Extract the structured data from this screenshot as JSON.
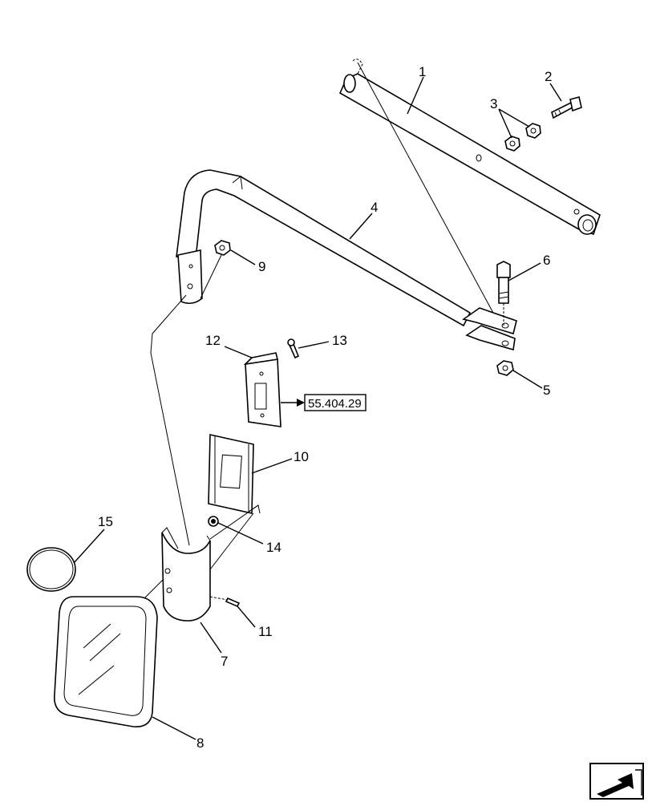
{
  "diagram": {
    "callouts": [
      {
        "id": "1",
        "part": "support-tube"
      },
      {
        "id": "2",
        "part": "bolt"
      },
      {
        "id": "3",
        "part": "nuts"
      },
      {
        "id": "4",
        "part": "mirror-arm"
      },
      {
        "id": "5",
        "part": "nut"
      },
      {
        "id": "6",
        "part": "bolt"
      },
      {
        "id": "7",
        "part": "mirror-bracket"
      },
      {
        "id": "8",
        "part": "mirror"
      },
      {
        "id": "9",
        "part": "nut"
      },
      {
        "id": "10",
        "part": "plate"
      },
      {
        "id": "11",
        "part": "screw"
      },
      {
        "id": "12",
        "part": "cover"
      },
      {
        "id": "13",
        "part": "screw"
      },
      {
        "id": "14",
        "part": "nut"
      },
      {
        "id": "15",
        "part": "ring"
      }
    ],
    "reference": "55.404.29",
    "nav_icon": "back-arrow-icon"
  }
}
